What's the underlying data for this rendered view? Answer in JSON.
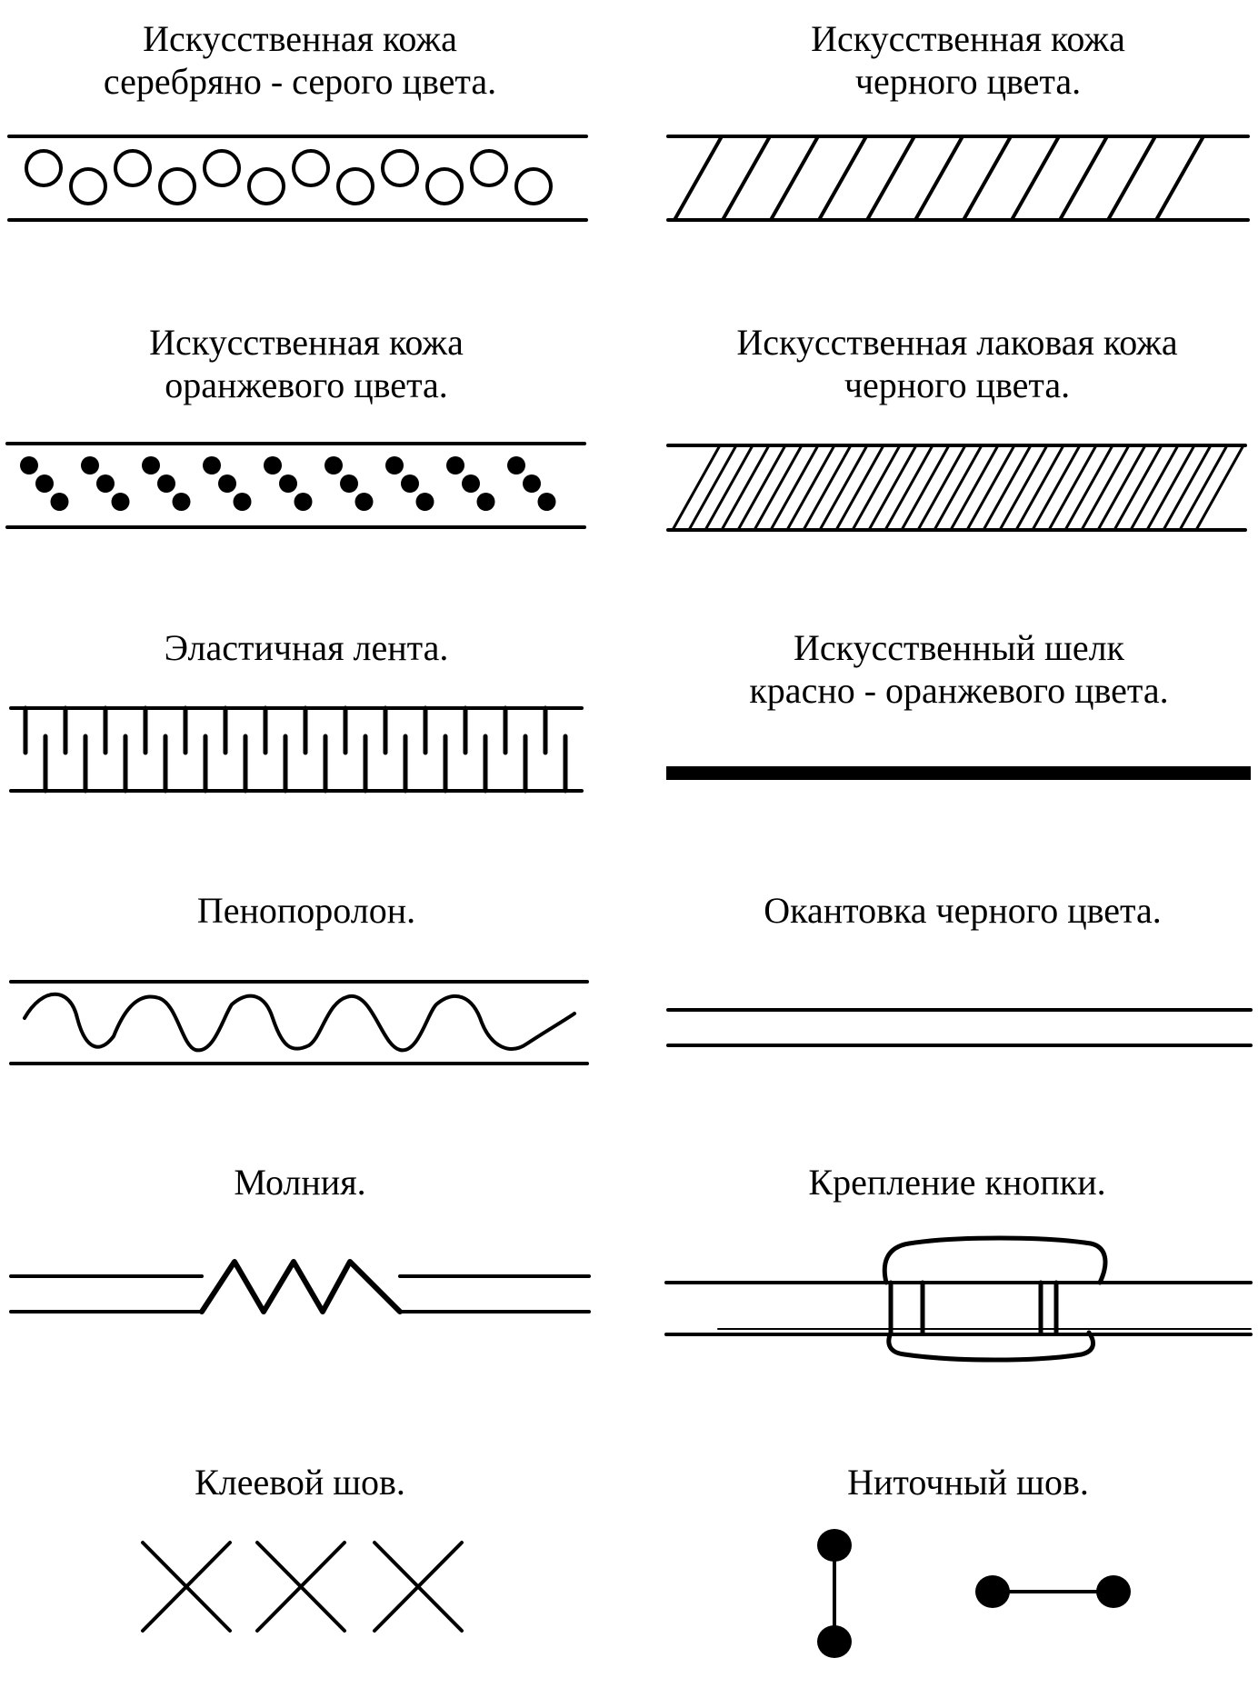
{
  "legend": {
    "items": [
      {
        "id": "silver-grey-leather",
        "lines": [
          "Искусственная кожа",
          "серебряно - серого цвета."
        ],
        "symbol": "circles"
      },
      {
        "id": "black-leather",
        "lines": [
          "Искусственная кожа",
          "черного цвета."
        ],
        "symbol": "hatch-sparse"
      },
      {
        "id": "orange-leather",
        "lines": [
          "Искусственная кожа",
          "оранжевого цвета."
        ],
        "symbol": "dots"
      },
      {
        "id": "black-patent-leather",
        "lines": [
          "Искусственная лаковая кожа",
          "черного цвета."
        ],
        "symbol": "hatch-dense"
      },
      {
        "id": "elastic-band",
        "lines": [
          "Эластичная лента."
        ],
        "symbol": "comb"
      },
      {
        "id": "red-orange-silk",
        "lines": [
          "Искусственный шелк",
          "красно - оранжевого цвета."
        ],
        "symbol": "thick-line"
      },
      {
        "id": "foam-rubber",
        "lines": [
          "Пенопоролон."
        ],
        "symbol": "wave"
      },
      {
        "id": "black-edging",
        "lines": [
          "Окантовка черного цвета."
        ],
        "symbol": "double-line"
      },
      {
        "id": "zipper",
        "lines": [
          "Молния."
        ],
        "symbol": "zigzag"
      },
      {
        "id": "snap-fastening",
        "lines": [
          "Крепление кнопки."
        ],
        "symbol": "snap"
      },
      {
        "id": "glue-seam",
        "lines": [
          "Клеевой шов."
        ],
        "symbol": "crosses"
      },
      {
        "id": "thread-seam",
        "lines": [
          "Ниточный шов."
        ],
        "symbol": "stitches"
      }
    ]
  }
}
